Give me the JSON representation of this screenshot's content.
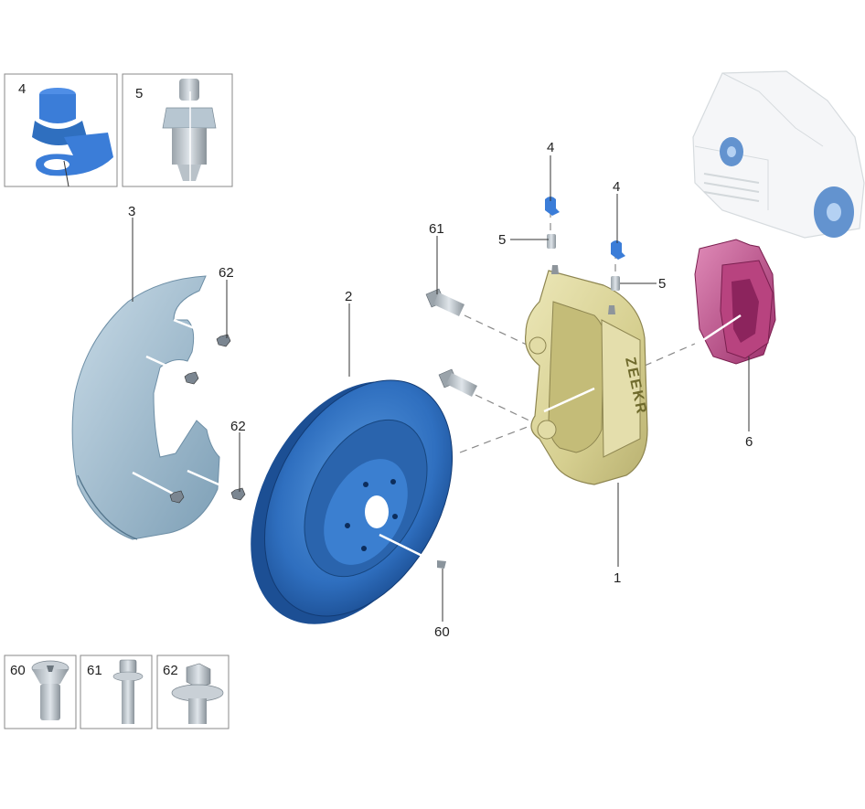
{
  "callouts": {
    "c1": "1",
    "c2": "2",
    "c3": "3",
    "c4_box": "4",
    "c5_box": "5",
    "c4_a": "4",
    "c4_b": "4",
    "c5_a": "5",
    "c5_b": "5",
    "c6": "6",
    "c60": "60",
    "c61": "61",
    "c62_a": "62",
    "c62_b": "62",
    "c60_box": "60",
    "c61_box": "61",
    "c62_box": "62"
  },
  "caliper_logo": "ZEEKR",
  "colors": {
    "rotor": "#2f6fbf",
    "caliper": "#d9d39a",
    "pads": "#c0508a",
    "shield": "#a9c4d6",
    "seal_cap": "#3b7dd8"
  }
}
